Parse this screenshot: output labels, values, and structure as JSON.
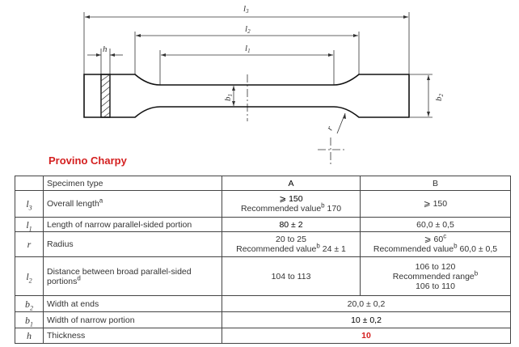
{
  "drawing": {
    "labels": {
      "l3": "l",
      "l3_sub": "3",
      "l2": "l",
      "l2_sub": "2",
      "l1": "l",
      "l1_sub": "1",
      "h": "h",
      "b1": "b",
      "b1_sub": "1",
      "b2": "b",
      "b2_sub": "2",
      "r": "r"
    }
  },
  "title": "Provino Charpy",
  "table": {
    "header": {
      "desc": "Specimen type",
      "a": "A",
      "b": "B"
    },
    "rows": [
      {
        "sym": "l",
        "sub": "3",
        "desc": "Overall length",
        "desc_sup": "a",
        "a_line1": "⩾ 150",
        "a_line2": "Recommended value",
        "a_sup": "b",
        "a_line2b": " 170",
        "b_line1": "⩾ 150"
      },
      {
        "sym": "l",
        "sub": "1",
        "desc": "Length of narrow parallel-sided portion",
        "a": "80 ± 2",
        "b": "60,0 ± 0,5"
      },
      {
        "sym": "r",
        "desc": "Radius",
        "a_line1": "20 to 25",
        "a_line2": "Recommended value",
        "a_sup": "b",
        "a_line2b": " 24 ± 1",
        "b_line1": "⩾ 60",
        "b_sup1": "c",
        "b_line2": "Recommended value",
        "b_sup2": "b",
        "b_line2b": " 60,0 ± 0,5"
      },
      {
        "sym": "l",
        "sub": "2",
        "desc": "Distance between broad parallel-sided portions",
        "desc_sup": "d",
        "a": "104 to 113",
        "b_line1": "106 to 120",
        "b_line2": "Recommended range",
        "b_sup": "b",
        "b_line3": "106 to 110"
      },
      {
        "sym": "b",
        "sub": "2",
        "desc": "Width at ends",
        "ab": "20,0 ± 0,2"
      },
      {
        "sym": "b",
        "sub": "1",
        "desc": "Width of narrow portion",
        "ab": "10 ± 0,2"
      },
      {
        "sym": "h",
        "desc": "Thickness",
        "ab": "10"
      }
    ]
  },
  "colors": {
    "title": "#d42020",
    "line": "#222222"
  }
}
